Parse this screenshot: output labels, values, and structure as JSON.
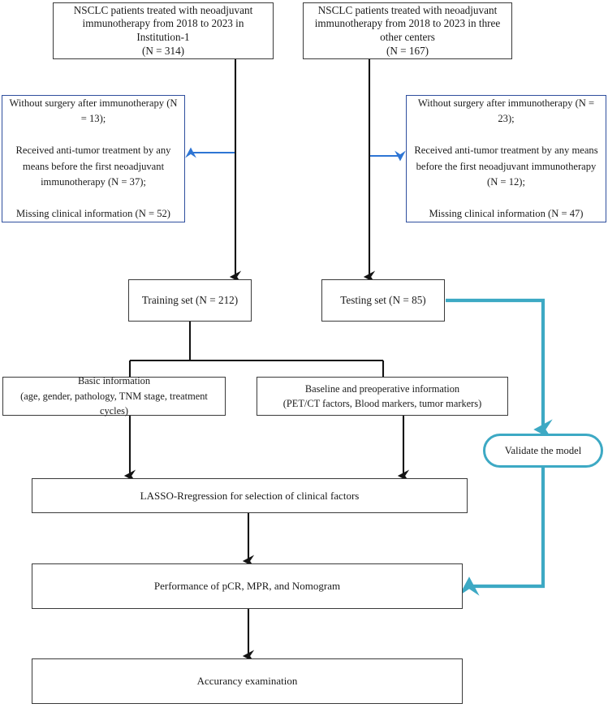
{
  "diagram": {
    "title": "NSCLC neoadjuvant immunotherapy study flowchart",
    "colors": {
      "box_border_black": "#3a3a3a",
      "box_border_blue": "#2f4f9e",
      "exclusion_arrow_blue": "#2e75d4",
      "validation_teal": "#3da9c4",
      "flow_arrow_black": "#141414",
      "background": "#ffffff"
    }
  },
  "nodes": {
    "source_left": {
      "label": "NSCLC patients treated with neoadjuvant immunotherapy from 2018 to 2023 in Institution-1\n(N = 314)",
      "n": 314
    },
    "source_right": {
      "label": "NSCLC patients treated with neoadjuvant immunotherapy from 2018 to 2023 in three other centers\n(N = 167)",
      "n": 167
    },
    "exclusion_left": {
      "label": "Without surgery after immunotherapy (N = 13);\n\nReceived anti-tumor treatment by any means before the first neoadjuvant immunotherapy (N = 37);\n\nMissing clinical information (N = 52)",
      "criteria": [
        {
          "text": "Without surgery after immunotherapy (N = 13);",
          "n": 13
        },
        {
          "text": "Received anti-tumor treatment by any means before the first neoadjuvant immunotherapy (N = 37);",
          "n": 37
        },
        {
          "text": "Missing clinical information (N = 52)",
          "n": 52
        }
      ]
    },
    "exclusion_right": {
      "label": "Without surgery after immunotherapy (N = 23);\n\nReceived anti-tumor treatment by any means before the first neoadjuvant immunotherapy (N = 12);\n\nMissing clinical information (N = 47)",
      "criteria": [
        {
          "text": "Without surgery after immunotherapy (N = 23);",
          "n": 23
        },
        {
          "text": "Received anti-tumor treatment by any means before the first neoadjuvant immunotherapy (N = 12);",
          "n": 12
        },
        {
          "text": "Missing clinical information (N = 47)",
          "n": 47
        }
      ]
    },
    "training_set": {
      "label": "Training set (N = 212)",
      "n": 212
    },
    "testing_set": {
      "label": "Testing set (N = 85)",
      "n": 85
    },
    "basic_information": {
      "label": "Basic information\n(age, gender, pathology, TNM stage, treatment cycles)"
    },
    "baseline_information": {
      "label": "Baseline and preoperative information\n(PET/CT factors, Blood markers, tumor markers)"
    },
    "validate_model": {
      "label": "Validate the model"
    },
    "lasso_regression": {
      "label": "LASSO-Rregression for selection of clinical factors"
    },
    "performance": {
      "label": "Performance of pCR, MPR, and Nomogram"
    },
    "accuracy": {
      "label": "Accurancy examination"
    }
  },
  "edges": [
    {
      "name": "source-left-to-training",
      "from": "source_left",
      "to": "training_set",
      "style": "black-arrow"
    },
    {
      "name": "source-right-to-testing",
      "from": "source_right",
      "to": "testing_set",
      "style": "black-arrow"
    },
    {
      "name": "source-left-to-exclusion",
      "from": "source_left",
      "to": "exclusion_left",
      "style": "blue-arrow"
    },
    {
      "name": "source-right-to-exclusion",
      "from": "source_right",
      "to": "exclusion_right",
      "style": "blue-arrow"
    },
    {
      "name": "training-to-basic",
      "from": "training_set",
      "to": "basic_information",
      "style": "black-split"
    },
    {
      "name": "training-to-baseline",
      "from": "training_set",
      "to": "baseline_information",
      "style": "black-split"
    },
    {
      "name": "basic-to-lasso",
      "from": "basic_information",
      "to": "lasso_regression",
      "style": "black-arrow"
    },
    {
      "name": "baseline-to-lasso",
      "from": "baseline_information",
      "to": "lasso_regression",
      "style": "black-arrow"
    },
    {
      "name": "lasso-to-performance",
      "from": "lasso_regression",
      "to": "performance",
      "style": "black-arrow"
    },
    {
      "name": "performance-to-accuracy",
      "from": "performance",
      "to": "accuracy",
      "style": "black-arrow"
    },
    {
      "name": "testing-to-validate",
      "from": "testing_set",
      "to": "validate_model",
      "style": "teal-arrow"
    },
    {
      "name": "validate-to-performance",
      "from": "validate_model",
      "to": "performance",
      "style": "teal-arrow"
    }
  ]
}
